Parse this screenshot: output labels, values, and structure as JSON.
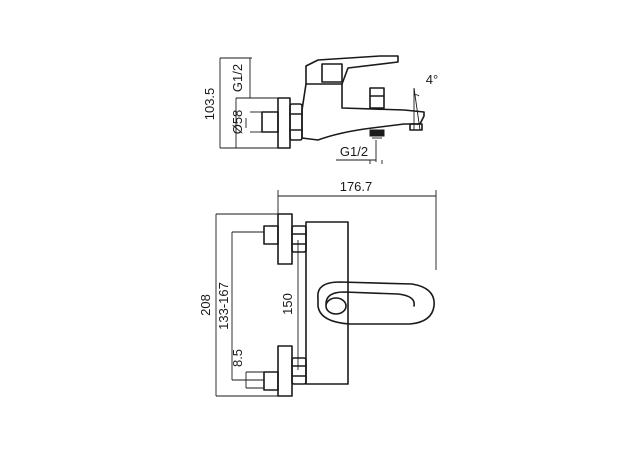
{
  "drawing": {
    "dimensions": {
      "overall_height_side": "103.5",
      "inlet_thread_side": "G1/2",
      "cover_diameter": "Ø58",
      "spout_thread": "G1/2",
      "spout_angle": "4°",
      "overall_depth": "176.7",
      "overall_height_front": "208",
      "center_distance_range": "133-167",
      "center_distance": "150",
      "inlet_offset": "8.5"
    }
  }
}
